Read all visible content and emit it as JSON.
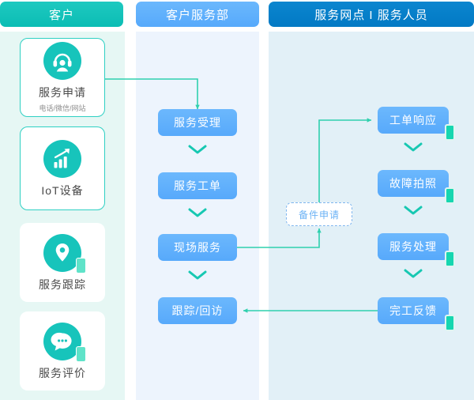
{
  "columns": {
    "customer": {
      "header": "客户"
    },
    "service_dept": {
      "header": "客户服务部"
    },
    "service_site": {
      "header": "服务网点 I 服务人员"
    }
  },
  "colors": {
    "teal": "#17c4bb",
    "blue": "#57a9fb",
    "dark_blue": "#0279c4",
    "green_accent": "#16d6b0",
    "wire": "#2fd0ae",
    "col1_bg": "#e6f7f4",
    "col2_bg": "#edf4fd",
    "col3_bg": "#e2f0f7"
  },
  "customer_cards": [
    {
      "title": "服务申请",
      "subtitle": "电话/微信/网站",
      "icon": "headset-icon",
      "outlined": true,
      "badge": false
    },
    {
      "title": "IoT设备",
      "subtitle": "",
      "icon": "chart-arrow-icon",
      "outlined": true,
      "badge": false
    },
    {
      "title": "服务跟踪",
      "subtitle": "",
      "icon": "location-pin-icon",
      "outlined": false,
      "badge": true
    },
    {
      "title": "服务评价",
      "subtitle": "",
      "icon": "chat-bubble-icon",
      "outlined": false,
      "badge": true
    }
  ],
  "service_dept_steps": [
    {
      "label": "服务受理"
    },
    {
      "label": "服务工单"
    },
    {
      "label": "现场服务"
    },
    {
      "label": "跟踪/回访"
    }
  ],
  "service_site_steps": [
    {
      "label": "工单响应",
      "badge": true
    },
    {
      "label": "故障拍照",
      "badge": true
    },
    {
      "label": "服务处理",
      "badge": true
    },
    {
      "label": "完工反馈",
      "badge": true
    }
  ],
  "spare_request": {
    "label": "备件申请"
  }
}
